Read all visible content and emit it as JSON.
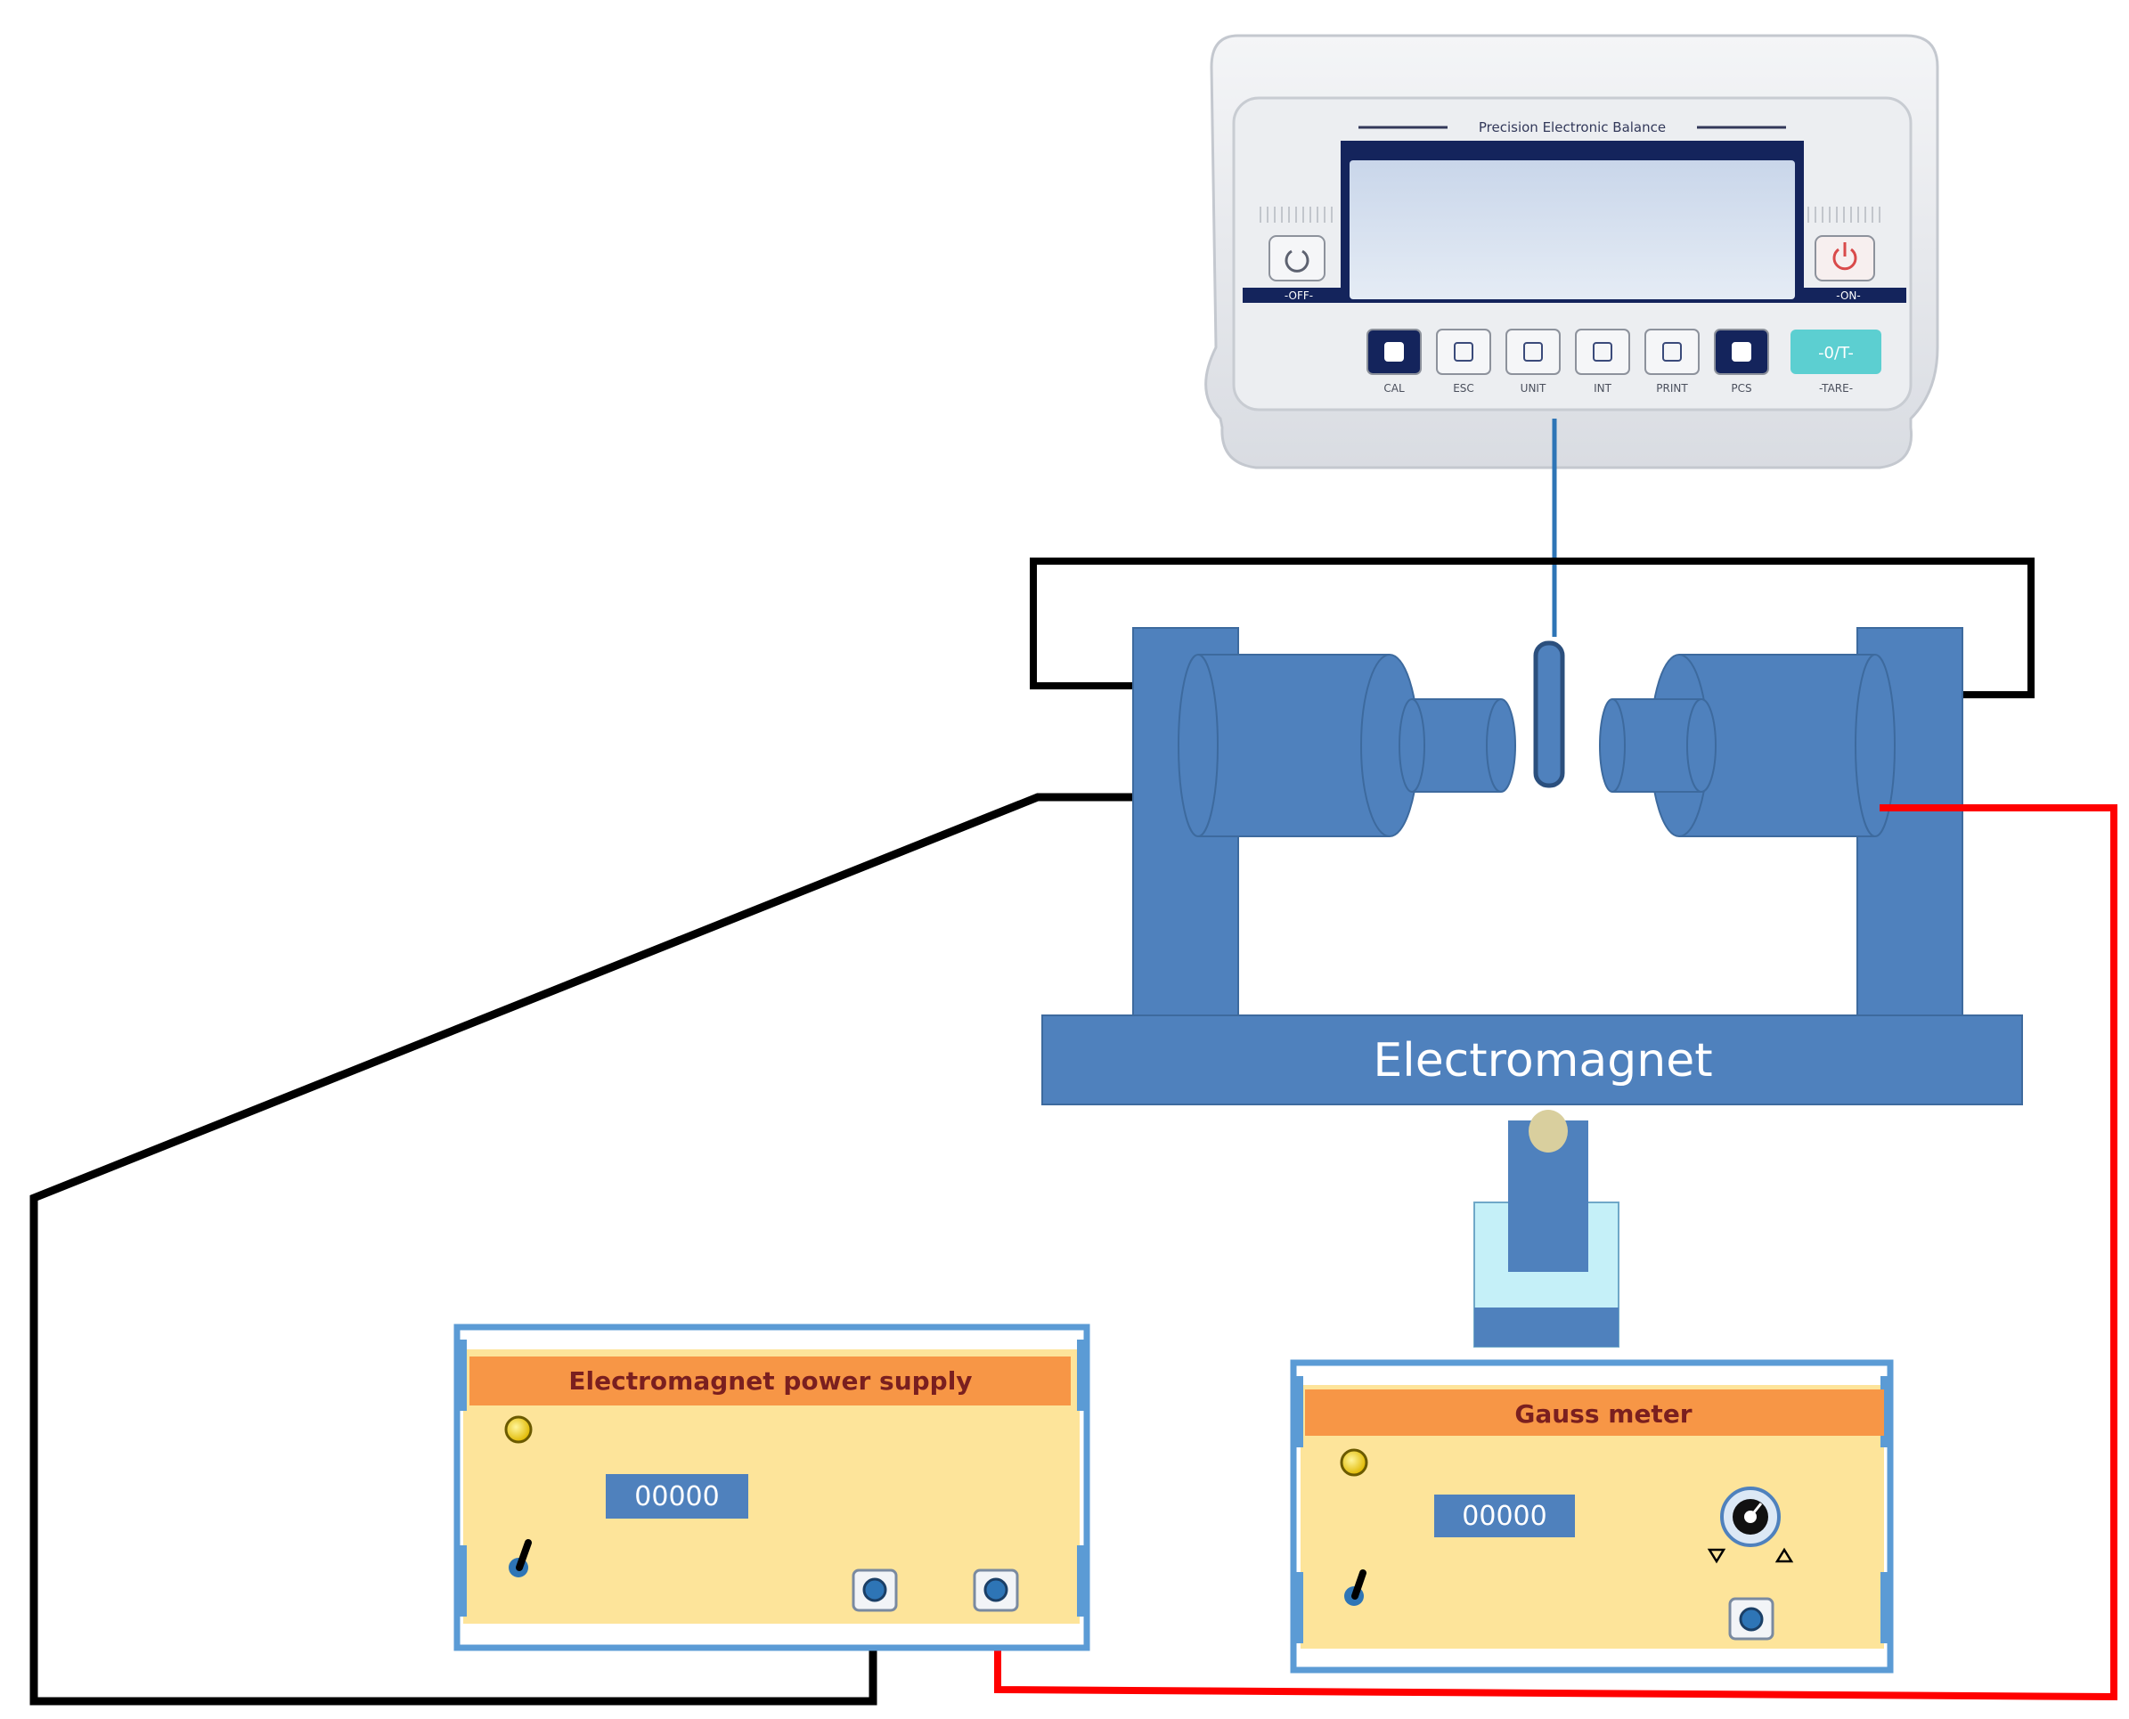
{
  "balance": {
    "brand_label": "Precision Electronic Balance",
    "off_label": "-OFF-",
    "on_label": "-ON-",
    "keys": [
      {
        "label": "CAL",
        "icon": "cal-icon",
        "dark": true
      },
      {
        "label": "ESC",
        "icon": "esc-icon",
        "dark": false
      },
      {
        "label": "UNIT",
        "icon": "unit-icon",
        "dark": false
      },
      {
        "label": "INT",
        "icon": "int-icon",
        "dark": false
      },
      {
        "label": "PRINT",
        "icon": "print-icon",
        "dark": false
      },
      {
        "label": "PCS",
        "icon": "pcs-icon",
        "dark": true
      }
    ],
    "tare_key_text": "-0/T-",
    "tare_label": "-TARE-"
  },
  "electromagnet": {
    "label": "Electromagnet"
  },
  "power_supply": {
    "title": "Electromagnet power supply",
    "display": "00000"
  },
  "gauss_meter": {
    "title": "Gauss meter",
    "display": "00000"
  },
  "colors": {
    "wire_black": "#000000",
    "wire_red": "#ff0000",
    "magnet_blue": "#4f81bd",
    "panel_header": "#f79646",
    "panel_body": "#fde49a",
    "display_blue": "#4f81bd",
    "tare_teal": "#5ccfd1",
    "balance_navy": "#14245c"
  }
}
